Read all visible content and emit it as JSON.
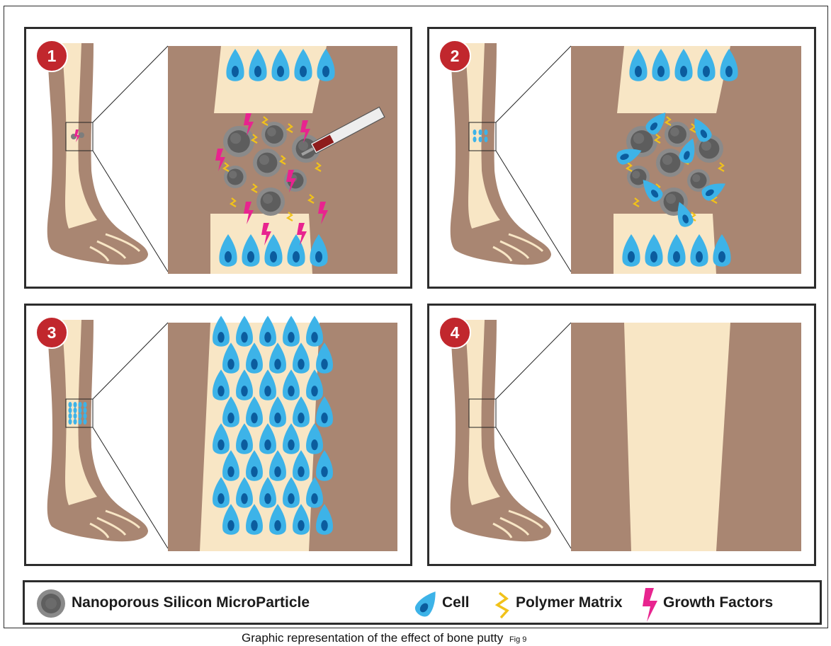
{
  "panels": [
    {
      "step": "1",
      "stage": "injection"
    },
    {
      "step": "2",
      "stage": "cell-infiltration"
    },
    {
      "step": "3",
      "stage": "cell-proliferation"
    },
    {
      "step": "4",
      "stage": "healed-bone"
    }
  ],
  "legend": {
    "items": [
      {
        "label": "Nanoporous Silicon MicroParticle",
        "icon": "nanoporous-silicon-microparticle-icon"
      },
      {
        "label": "Cell",
        "icon": "cell-icon"
      },
      {
        "label": "Polymer Matrix",
        "icon": "polymer-matrix-icon"
      },
      {
        "label": "Growth Factors",
        "icon": "growth-factors-icon"
      }
    ]
  },
  "caption": {
    "text": "Graphic representation of the effect of bone putty",
    "fig_label": "Fig 9"
  },
  "colors": {
    "tissue": "#a98672",
    "bone": "#f8e6c5",
    "cell": "#3db3e8",
    "nucleus": "#0b5c9e",
    "particle": "#7d7d7d",
    "polymer": "#f1c21a",
    "growth_factor": "#e8248f",
    "badge": "#c1272d",
    "border": "#2d2d2d"
  }
}
